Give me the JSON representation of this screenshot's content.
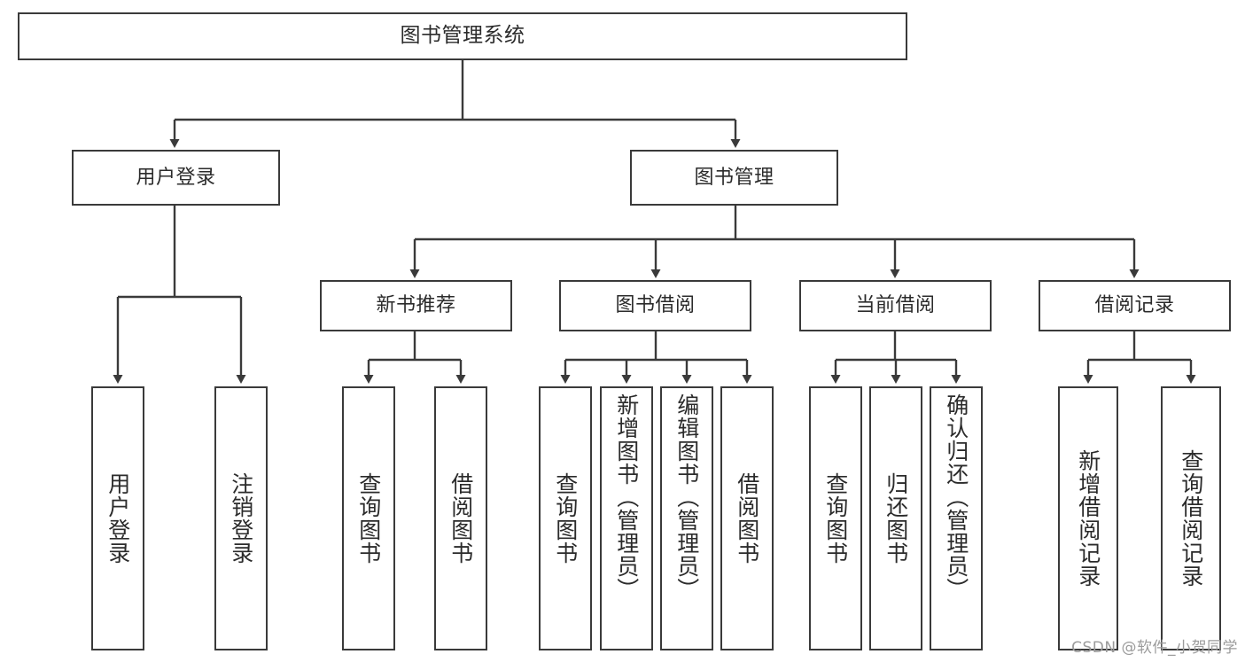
{
  "diagram": {
    "title": "图书管理系统",
    "type": "tree-hierarchy",
    "watermark": "CSDN @软件_小贺同学",
    "colors": {
      "border": "#3a3a3a",
      "text": "#2b2b2b",
      "background": "#ffffff",
      "edge": "#3a3a3a",
      "watermark": "#9b9b9b"
    },
    "nodes": {
      "root": "图书管理系统",
      "level2": [
        "用户登录",
        "图书管理"
      ],
      "level3": [
        "新书推荐",
        "图书借阅",
        "当前借阅",
        "借阅记录"
      ],
      "leaves": {
        "user_login": [
          "用户登录",
          "注销登录"
        ],
        "new_book_recommend": [
          "查询图书",
          "借阅图书"
        ],
        "book_borrow": [
          "查询图书",
          "新增图书（管理员）",
          "编辑图书（管理员）",
          "借阅图书"
        ],
        "current_borrow": [
          "查询图书",
          "归还图书",
          "确认归还（管理员）"
        ],
        "borrow_record": [
          "新增借阅记录",
          "查询借阅记录"
        ]
      }
    }
  }
}
